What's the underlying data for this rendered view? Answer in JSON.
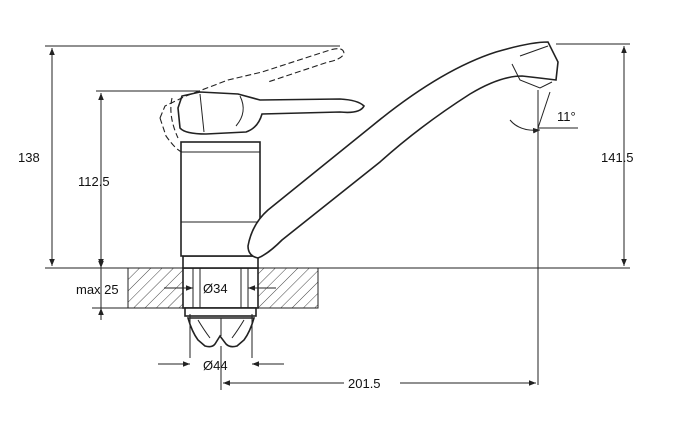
{
  "dimensions": {
    "total_height": "138",
    "body_height": "112.5",
    "spout_height": "141.5",
    "max_mount": "max 25",
    "shank_diameter": "Ø34",
    "base_diameter": "Ø44",
    "reach": "201.5",
    "angle": "11°"
  }
}
